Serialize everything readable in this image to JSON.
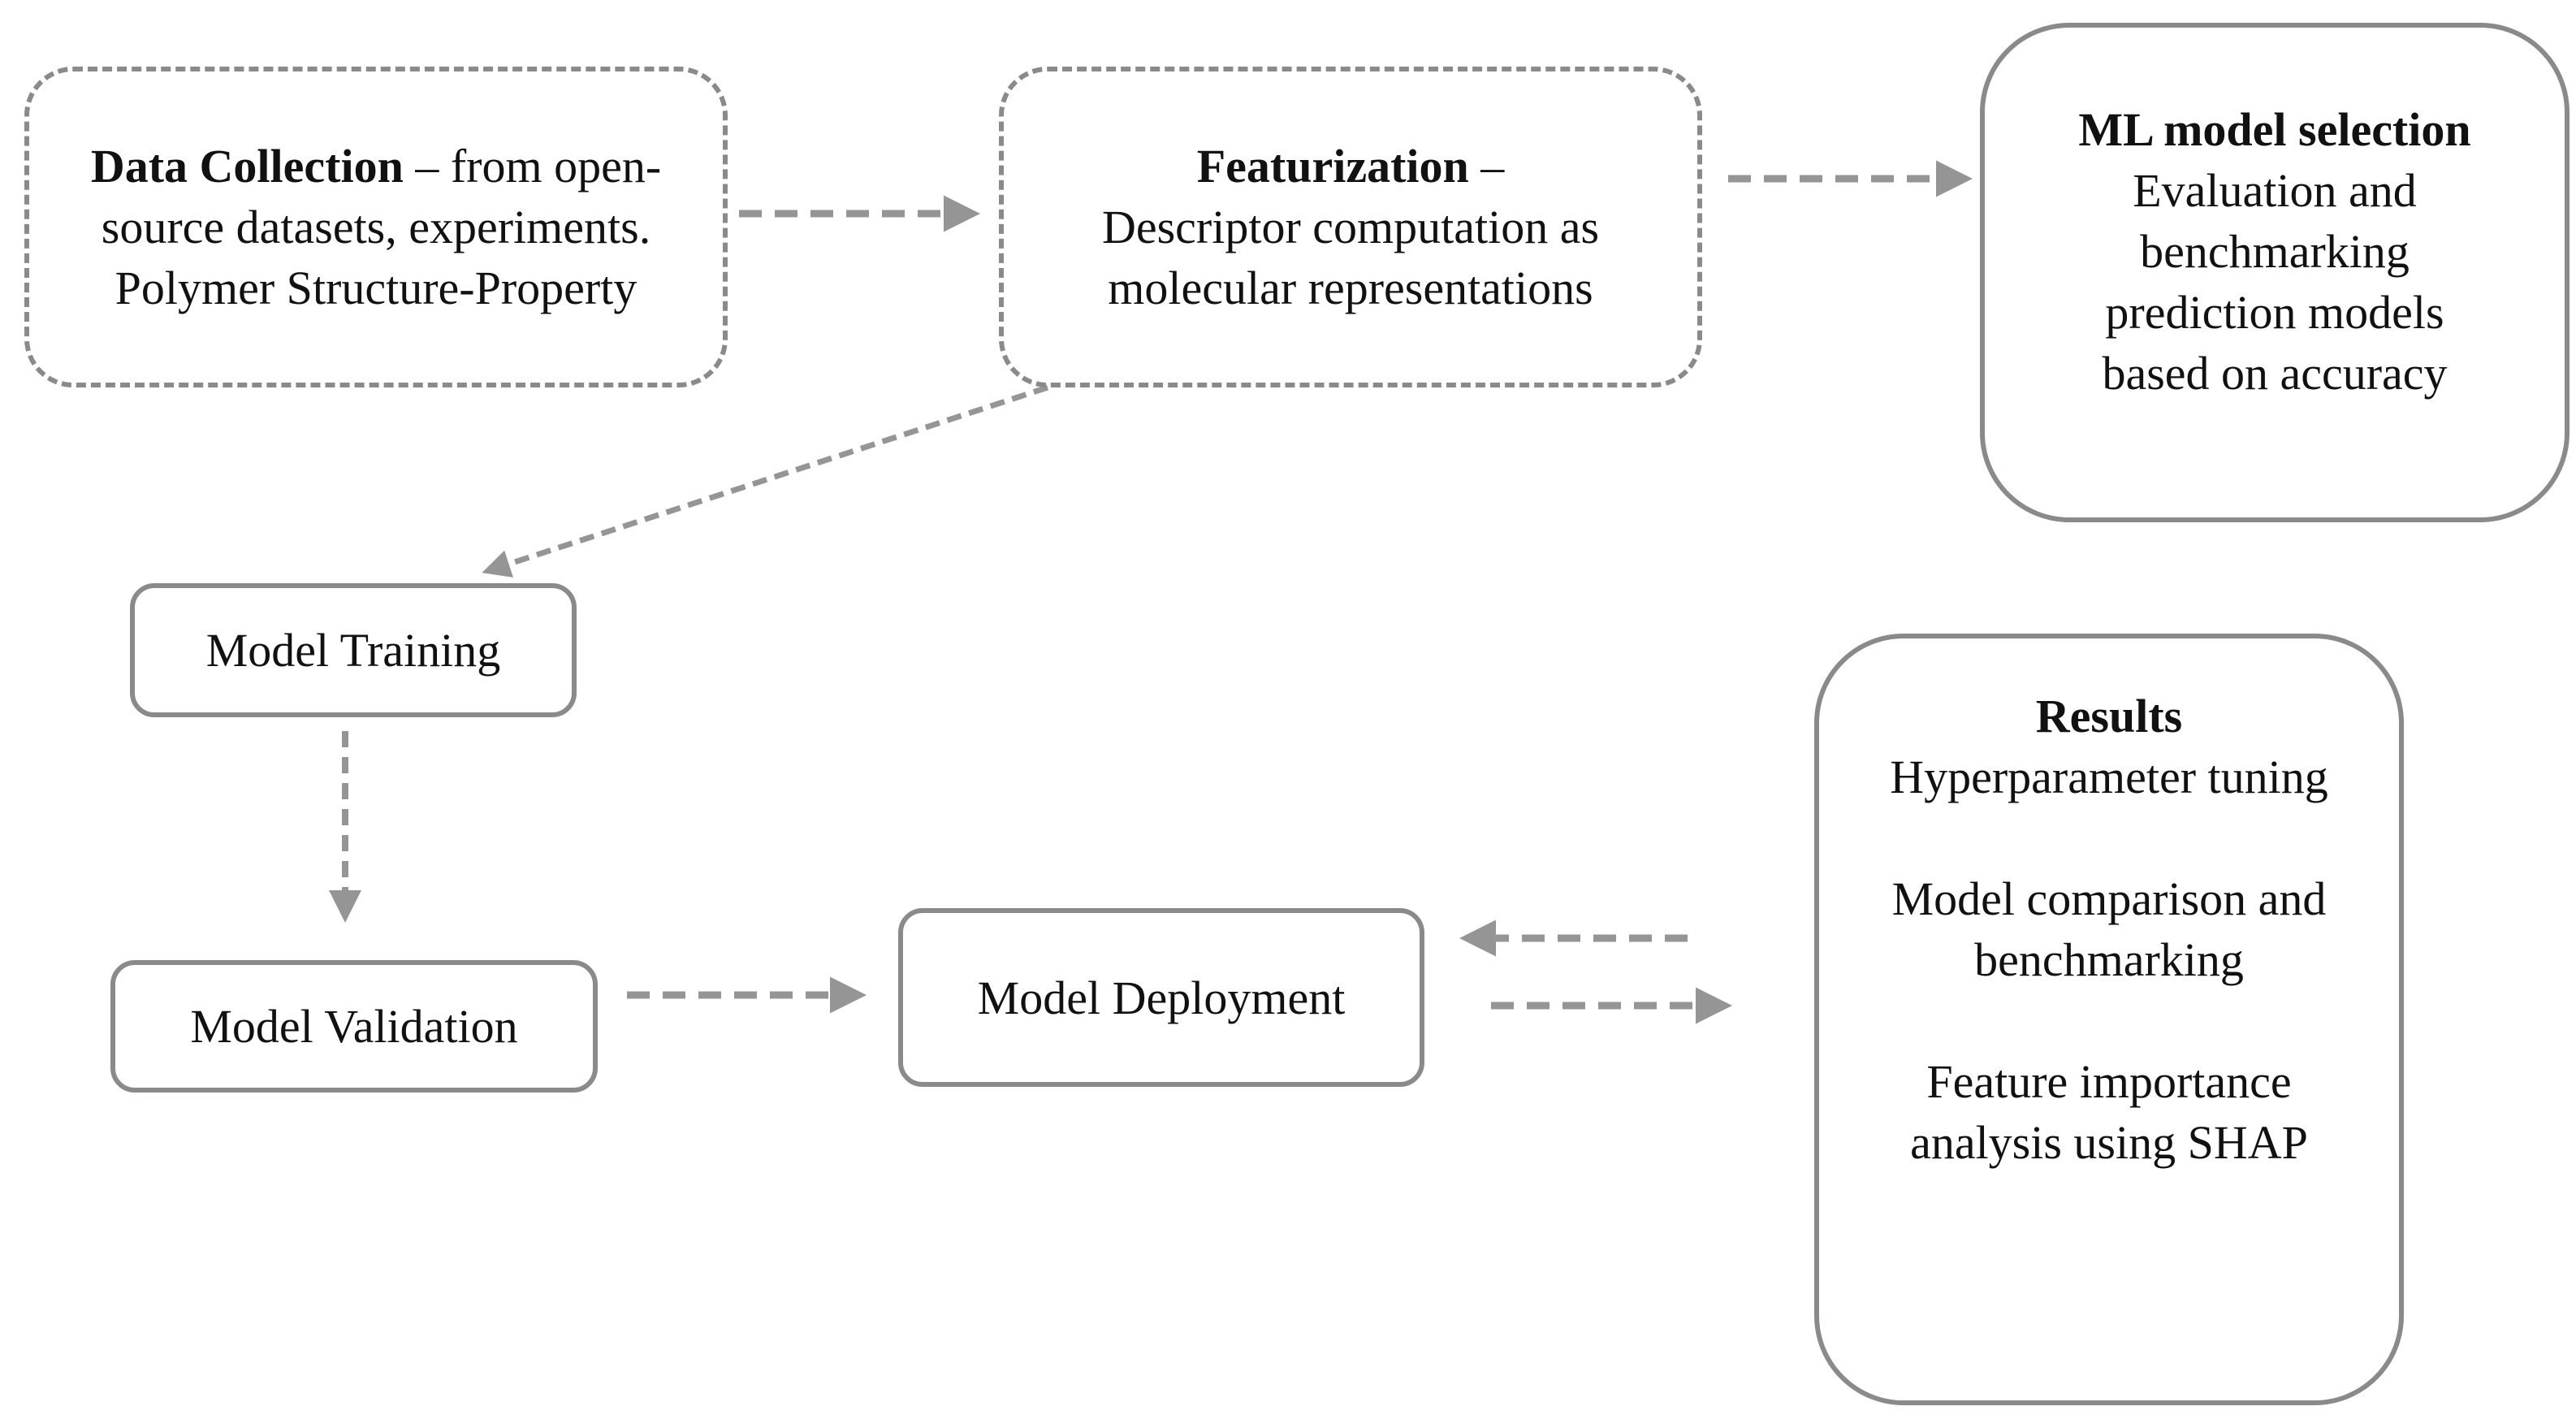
{
  "nodes": {
    "data_collection": {
      "title": "Data Collection",
      "text": " – from open-source datasets, experiments. Polymer Structure-Property"
    },
    "featurization": {
      "title": "Featurization",
      "dash": " –",
      "text": "Descriptor computation as molecular representations"
    },
    "ml_selection": {
      "title": "ML model selection",
      "text": "Evaluation and benchmarking prediction models based on accuracy"
    },
    "model_training": {
      "label": "Model Training"
    },
    "model_validation": {
      "label": "Model Validation"
    },
    "model_deployment": {
      "label": "Model Deployment"
    },
    "results": {
      "title": "Results",
      "items": [
        "Hyperparameter tuning",
        "Model comparison and benchmarking",
        "Feature importance analysis using SHAP"
      ]
    }
  },
  "colors": {
    "border": "#8a8a8a",
    "arrow": "#959595",
    "text": "#111111",
    "background": "#ffffff"
  }
}
